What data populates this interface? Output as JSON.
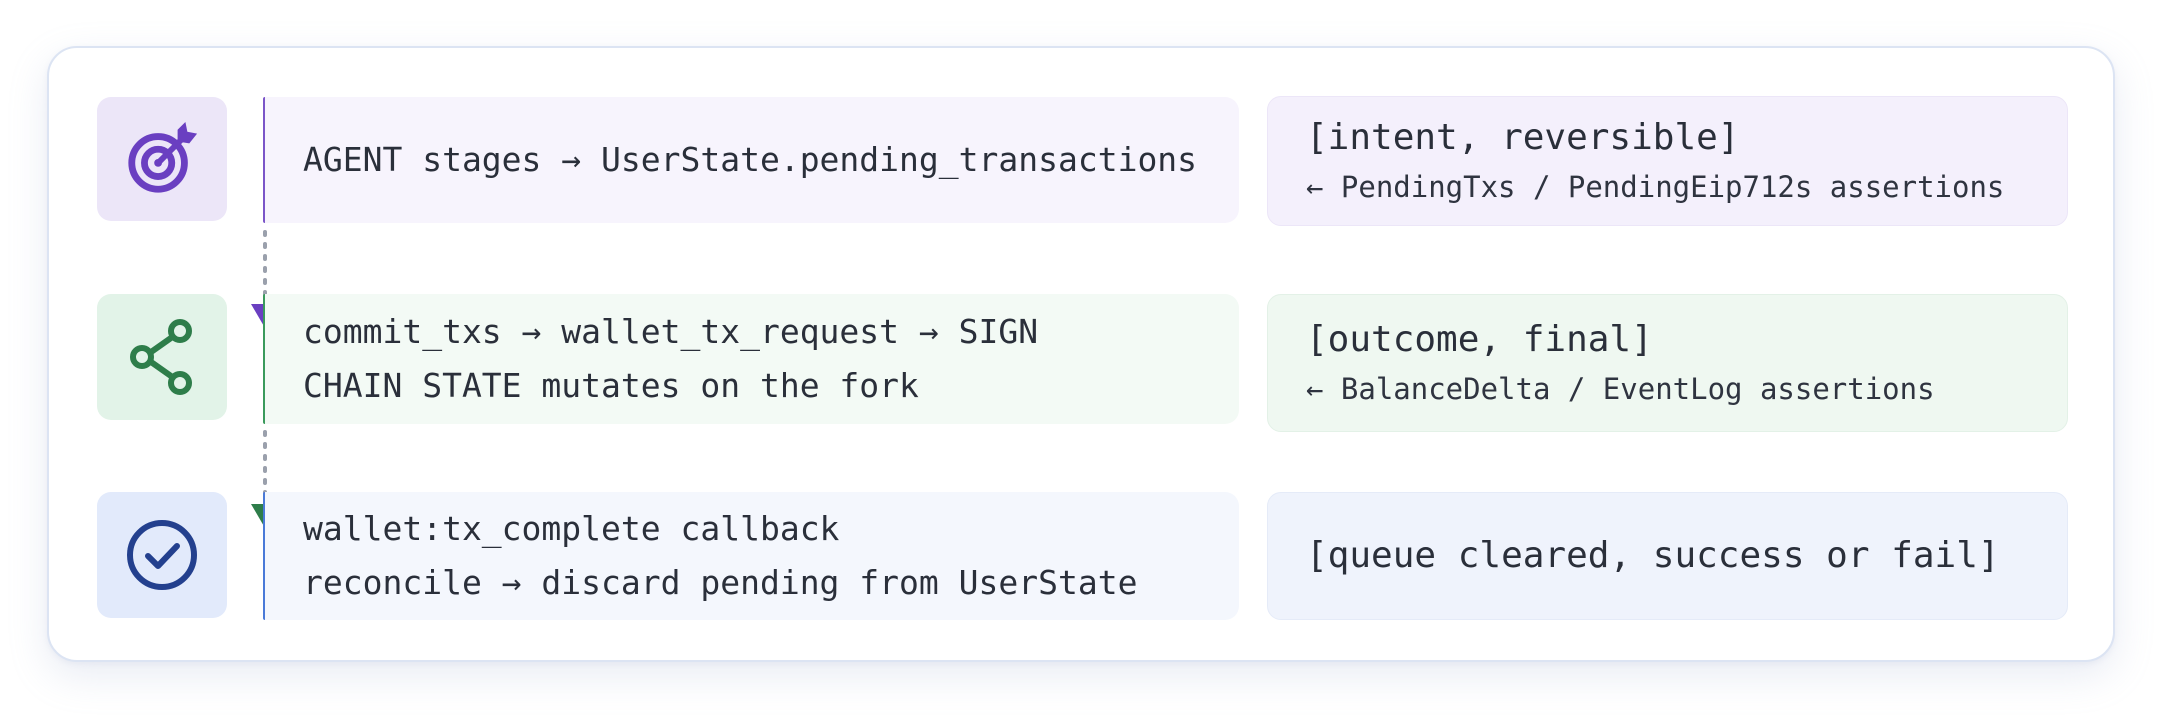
{
  "steps": [
    {
      "icon": "target-icon",
      "main_lines": [
        "AGENT stages → UserState.pending_transactions"
      ],
      "tag": "[intent, reversible]",
      "assertion": "← PendingTxs / PendingEip712s assertions",
      "colors": {
        "accent": "#7b55c8",
        "icon": "#6a3fc1"
      }
    },
    {
      "icon": "share-icon",
      "main_lines": [
        "commit_txs → wallet_tx_request → SIGN",
        "CHAIN STATE mutates on the fork"
      ],
      "tag": "[outcome, final]",
      "assertion": "← BalanceDelta / EventLog assertions",
      "colors": {
        "accent": "#3a9a5c",
        "icon": "#2e7d4a"
      }
    },
    {
      "icon": "check-circle-icon",
      "main_lines": [
        "wallet:tx_complete callback",
        "reconcile → discard pending from UserState"
      ],
      "tag": "[queue cleared, success or fail]",
      "colors": {
        "accent": "#4a7ad8",
        "icon": "#23408e"
      }
    }
  ]
}
